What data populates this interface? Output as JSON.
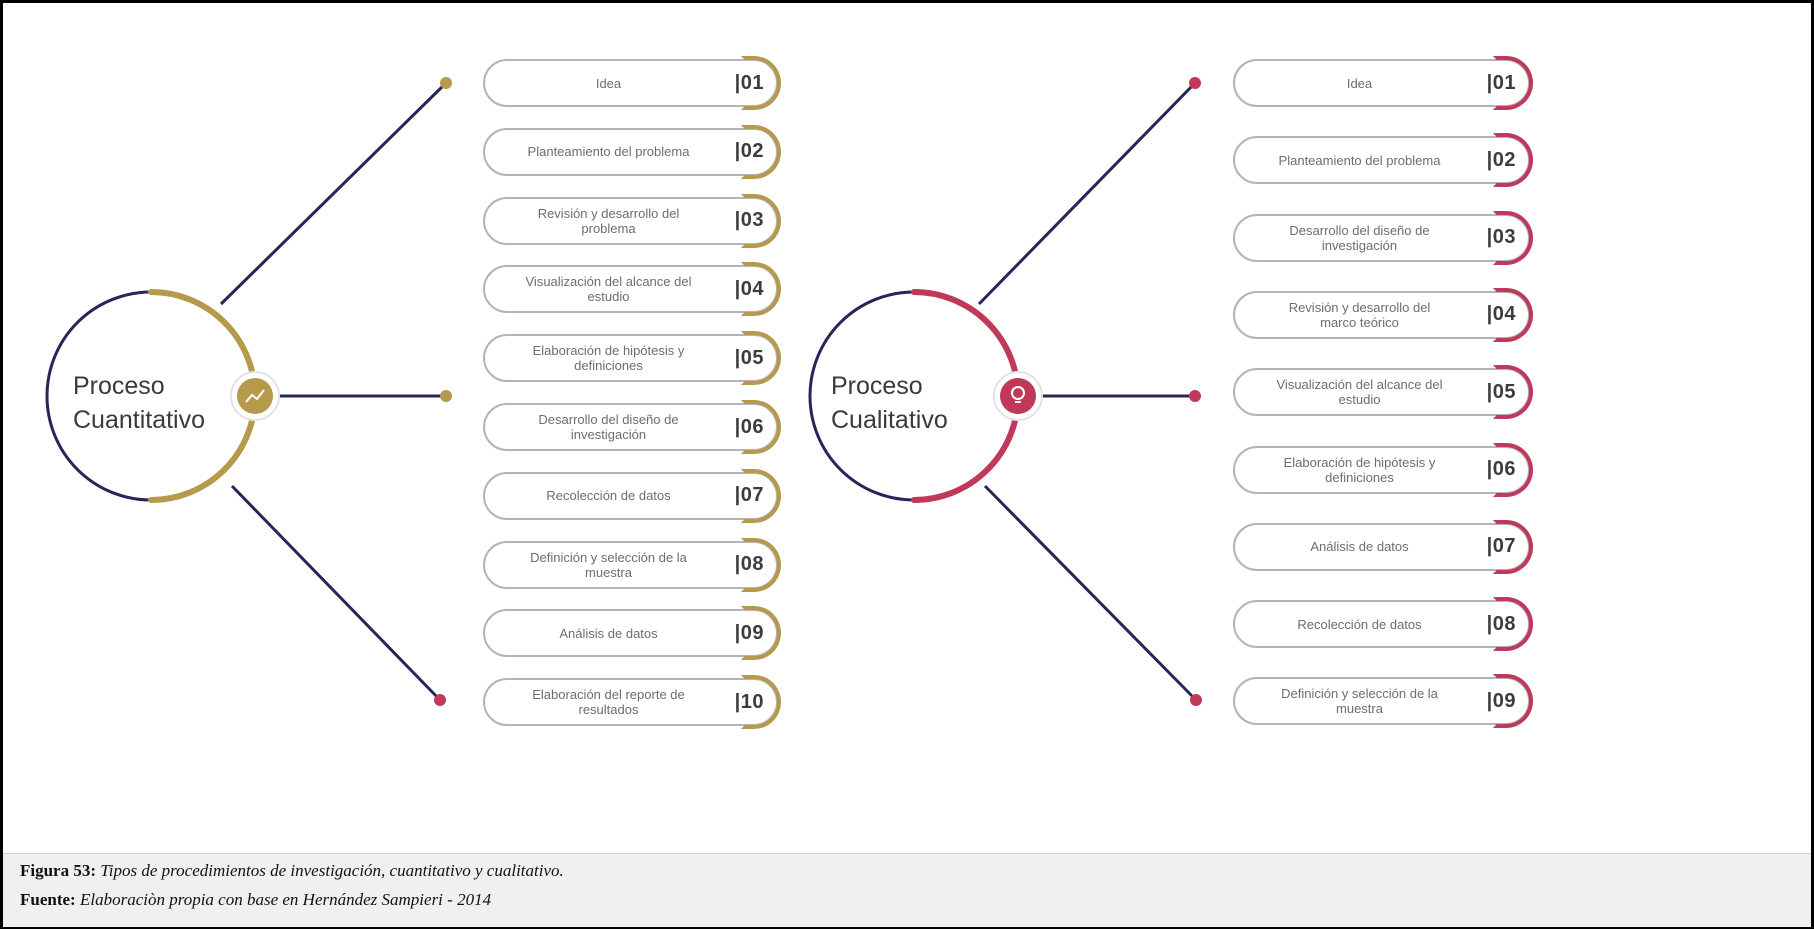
{
  "colors": {
    "navy": "#26265a",
    "gold": "#b59a4c",
    "crimson": "#c0385a",
    "pill_border": "#b4b4b8"
  },
  "quant": {
    "title_line1": "Proceso",
    "title_line2": "Cuantitativo",
    "center_icon": "chart-icon",
    "steps": [
      {
        "label": "Idea",
        "num": "|01"
      },
      {
        "label": "Planteamiento del problema",
        "num": "|02"
      },
      {
        "label": "Revisión y desarrollo del problema",
        "num": "|03"
      },
      {
        "label": "Visualización del alcance del estudio",
        "num": "|04"
      },
      {
        "label": "Elaboración de hipótesis y definiciones",
        "num": "|05"
      },
      {
        "label": "Desarrollo del diseño de investigación",
        "num": "|06"
      },
      {
        "label": "Recolección de datos",
        "num": "|07"
      },
      {
        "label": "Definición y selección de la muestra",
        "num": "|08"
      },
      {
        "label": "Análisis de datos",
        "num": "|09"
      },
      {
        "label": "Elaboración del reporte de resultados",
        "num": "|10"
      }
    ]
  },
  "qual": {
    "title_line1": "Proceso",
    "title_line2": "Cualitativo",
    "center_icon": "lightbulb-icon",
    "steps": [
      {
        "label": "Idea",
        "num": "|01"
      },
      {
        "label": "Planteamiento del problema",
        "num": "|02"
      },
      {
        "label": "Desarrollo del diseño de investigación",
        "num": "|03"
      },
      {
        "label": "Revisión y desarrollo del marco teórico",
        "num": "|04"
      },
      {
        "label": "Visualización del alcance del estudio",
        "num": "|05"
      },
      {
        "label": "Elaboración de hipótesis y definiciones",
        "num": "|06"
      },
      {
        "label": "Análisis de datos",
        "num": "|07"
      },
      {
        "label": "Recolección de datos",
        "num": "|08"
      },
      {
        "label": "Definición y selección de la muestra",
        "num": "|09"
      }
    ]
  },
  "caption": {
    "figure_label": "Figura 53:",
    "figure_text": "Tipos de procedimientos de investigación, cuantitativo y cualitativo.",
    "source_label": "Fuente:",
    "source_text": "Elaboraciòn propia con base en Hernández Sampieri - 2014"
  }
}
